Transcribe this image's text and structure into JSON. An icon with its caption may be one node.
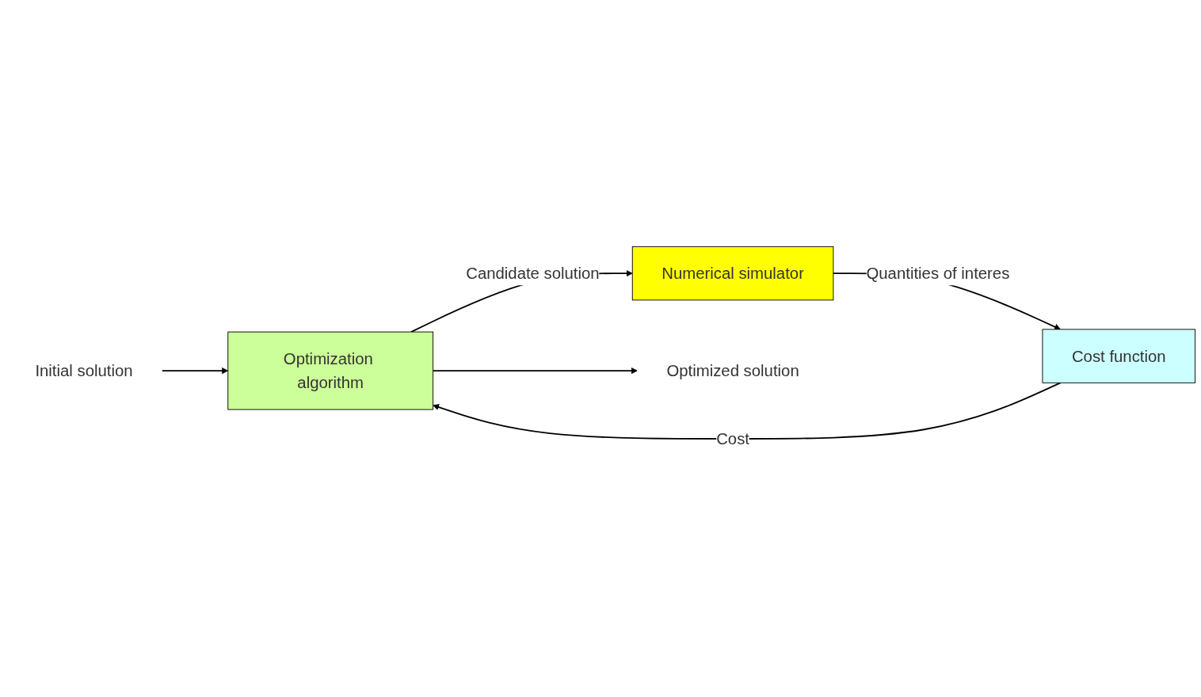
{
  "diagram": {
    "nodes": [
      {
        "text": [
          "Initial solution"
        ]
      },
      {
        "text": [
          "Optimization algorithm"
        ]
      },
      {
        "text": [
          "Numerical simulator"
        ]
      },
      {
        "text": [
          "Cost function"
        ]
      },
      {
        "text": [
          "Optimized solution"
        ]
      }
    ],
    "edges": [
      {
        "from": 0,
        "to": 1,
        "arrow": "to"
      },
      {
        "from": 1,
        "to": 2,
        "arrow": "to",
        "label": "Candidate solution"
      },
      {
        "from": 2,
        "to": 3,
        "arrow": "to",
        "label": "Quantities of interes"
      },
      {
        "from": 3,
        "to": 1,
        "arrow": "to",
        "label": "Cost"
      },
      {
        "from": 1,
        "to": 4,
        "arrow": "to"
      }
    ]
  }
}
